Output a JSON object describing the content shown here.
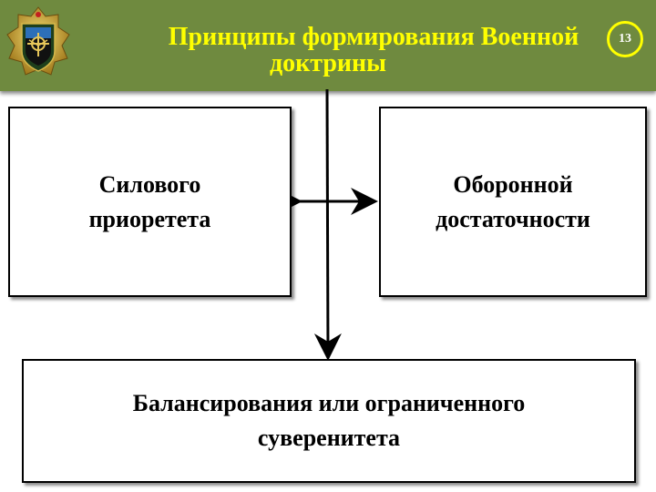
{
  "header": {
    "title_line1": "Принципы формирования Военной",
    "title_line2": "доктрины",
    "page_number": "13",
    "colors": {
      "background": "#6f8a3f",
      "title_text": "#ffff00",
      "badge_border": "#ffff00"
    },
    "emblem_icon": "military-academy-emblem-icon"
  },
  "diagram": {
    "left_box": {
      "line1": "Силового",
      "line2": "приоретета"
    },
    "right_box": {
      "line1": "Оборонной",
      "line2": "достаточности"
    },
    "bottom_box": {
      "line1": "Балансирования или ограниченного",
      "line2": "суверенитета"
    },
    "connectors": [
      "double-arrow-horizontal",
      "arrow-down"
    ]
  }
}
